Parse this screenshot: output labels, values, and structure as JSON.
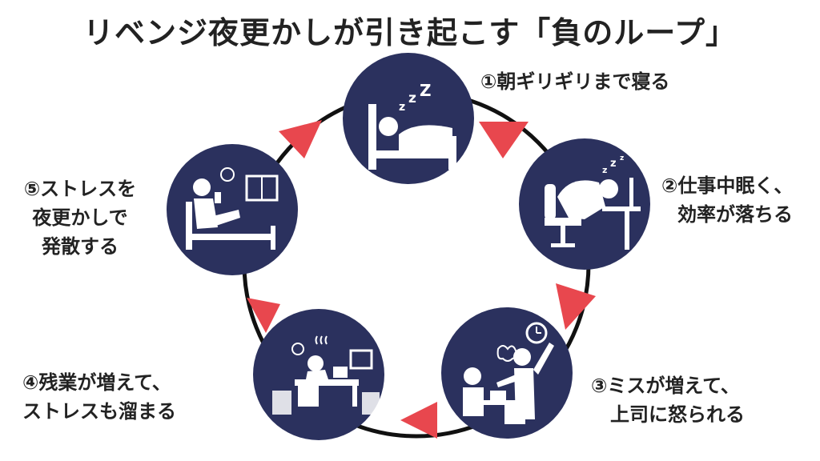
{
  "title": "リベンジ夜更かしが引き起こす「負のループ」",
  "steps": [
    {
      "lines": [
        "①朝ギリギリまで寝る"
      ]
    },
    {
      "lines": [
        "②仕事中眠く、",
        "効率が落ちる"
      ]
    },
    {
      "lines": [
        "③ミスが増えて、",
        "上司に怒られる"
      ]
    },
    {
      "lines": [
        "④残業が増えて、",
        "ストレスも溜まる"
      ]
    },
    {
      "lines": [
        "⑤ストレスを",
        "夜更かしで",
        "発散する"
      ]
    }
  ],
  "colors": {
    "circle": "#2b315e",
    "arrow": "#e8474e",
    "ring": "#111111",
    "icon": "#ffffff"
  },
  "icons": [
    "sleeping-in-bed-icon",
    "dozing-at-desk-icon",
    "boss-scolding-icon",
    "overtime-desk-icon",
    "phone-in-bed-icon"
  ]
}
